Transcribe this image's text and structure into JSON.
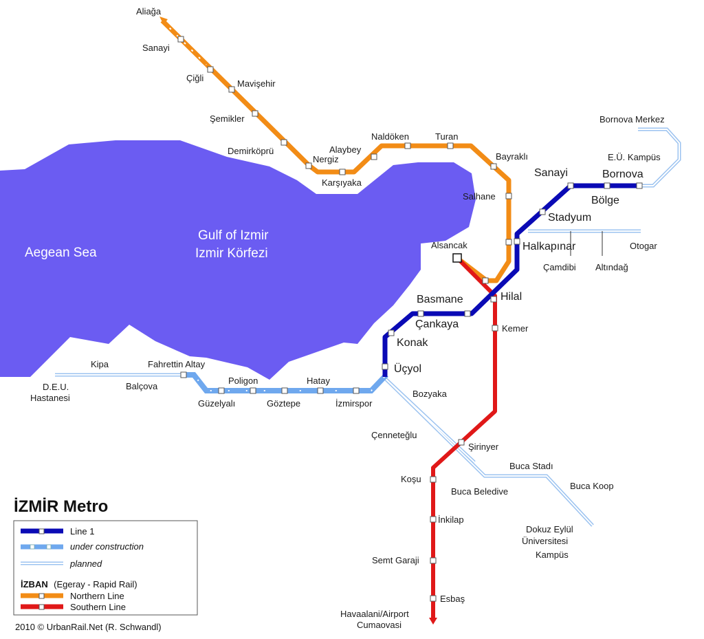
{
  "water": {
    "aegean": "Aegean Sea",
    "gulf_en": "Gulf of Izmir",
    "gulf_tr": "Izmir Körfezi",
    "color": "#6b5cf2"
  },
  "title": "İZMİR Metro",
  "credit": "2010 © UrbanRail.Net (R. Schwandl)",
  "colors": {
    "line1": "#0a0ab5",
    "construction": "#6fa8ee",
    "planned": "#9cc3f0",
    "northern": "#f28c16",
    "southern": "#e01818"
  },
  "legend": {
    "line1": "Line 1",
    "construction": "under construction",
    "planned": "planned",
    "izban_bold": "İZBAN",
    "izban_rest": "(Egeray - Rapid Rail)",
    "northern": "Northern Line",
    "southern": "Southern Line"
  },
  "stations": {
    "northern": [
      "Aliağa",
      "Sanayi",
      "Çiğli",
      "Mavişehir",
      "Şemikler",
      "Demirköprü",
      "Nergiz",
      "Karşıyaka",
      "Alaybey",
      "Naldöken",
      "Turan",
      "Bayraklı",
      "Salhane",
      "Alsancak"
    ],
    "line1": [
      "Bornova",
      "Bölge",
      "Sanayi",
      "Stadyum",
      "Halkapınar",
      "Hilal",
      "Basmane",
      "Çankaya",
      "Konak",
      "Üçyol"
    ],
    "line1_ext": [
      "Bornova Merkez",
      "E.Ü. Kampüs"
    ],
    "otogar": [
      "Çamdibi",
      "Altındağ",
      "Otogar"
    ],
    "construction": [
      "Fahrettin Altay",
      "Poligon",
      "Hatay",
      "Güzelyalı",
      "Göztepe",
      "İzmirspor"
    ],
    "west_planned": [
      "Kipa",
      "Balçova",
      "D.E.U.",
      "Hastanesi"
    ],
    "southern": [
      "Kemer",
      "Şirinyer",
      "Koşu",
      "İnkilap",
      "Semt Garaji",
      "Esbaş",
      "Havaalani/Airport",
      "Cumaovasi"
    ],
    "buca": [
      "Bozyaka",
      "Çenneteğlu",
      "Buca Stadı",
      "Buca Beledive",
      "Buca Koop",
      "Dokuz Eylül",
      "Üniversitesi",
      "Kampüs"
    ]
  }
}
